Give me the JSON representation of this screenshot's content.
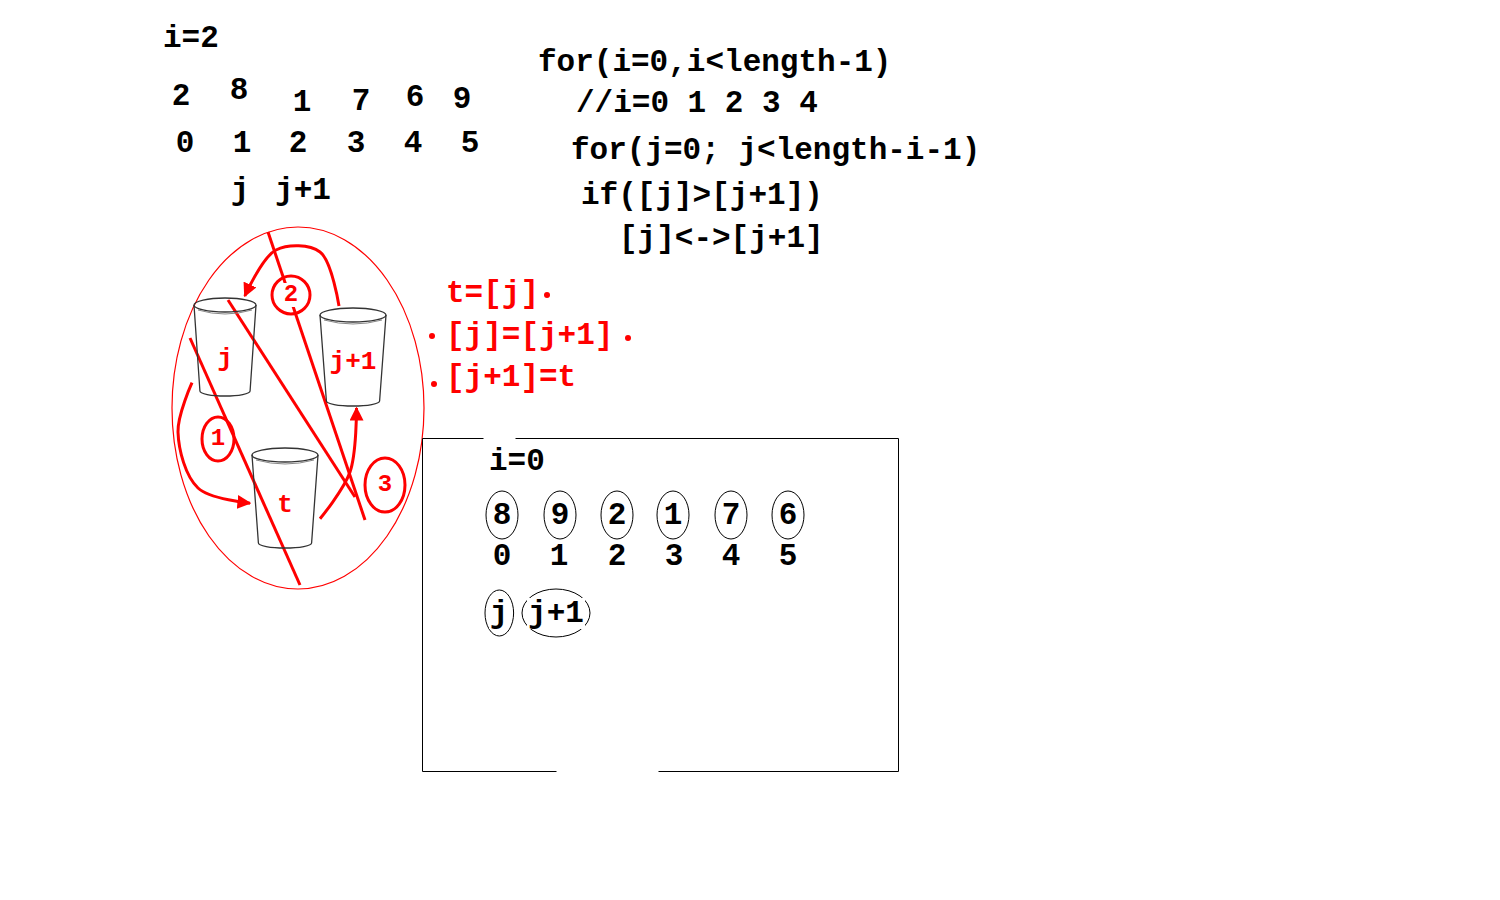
{
  "diagram": {
    "nodes": [
      {
        "text": [
          "j"
        ]
      },
      {
        "text": [
          "2"
        ]
      },
      {
        "text": [
          "j+1"
        ]
      },
      {
        "text": [
          "1"
        ]
      },
      {
        "text": [
          "t"
        ]
      },
      {
        "text": [
          "3"
        ]
      },
      {
        "text": [
          "i=0"
        ]
      },
      {
        "text": [
          "8"
        ],
        "in": 6
      },
      {
        "text": [
          "9"
        ],
        "in": 6
      },
      {
        "text": [
          "2"
        ],
        "in": 6
      },
      {
        "text": [
          "1"
        ],
        "in": 6
      },
      {
        "text": [
          "7"
        ],
        "in": 6
      },
      {
        "text": [
          "6"
        ],
        "in": 6
      },
      {
        "text": [
          "j"
        ],
        "in": 6
      },
      {
        "text": [
          "j+1"
        ],
        "in": 6
      }
    ],
    "edges": [
      {
        "from": 0,
        "to": 4,
        "arrow": "to"
      },
      {
        "from": 2,
        "to": 0,
        "arrow": "to"
      },
      {
        "from": 4,
        "to": 2,
        "arrow": "to"
      }
    ],
    "labels": [
      "i=2",
      "2",
      "8",
      "1",
      "7",
      "6",
      "9",
      "0",
      "1",
      "2",
      "3",
      "4",
      "5",
      "j",
      "j+1",
      "for(i=0,i<length-1)",
      "//i=0 1 2 3 4",
      "for(j=0; j<length-i-1)",
      "if([j]>[j+1])",
      "[j]<->[j+1]",
      "t=[j]",
      "[j]=[j+1]",
      "[j+1]=t",
      "0",
      "1",
      "2",
      "3",
      "4",
      "5"
    ]
  }
}
